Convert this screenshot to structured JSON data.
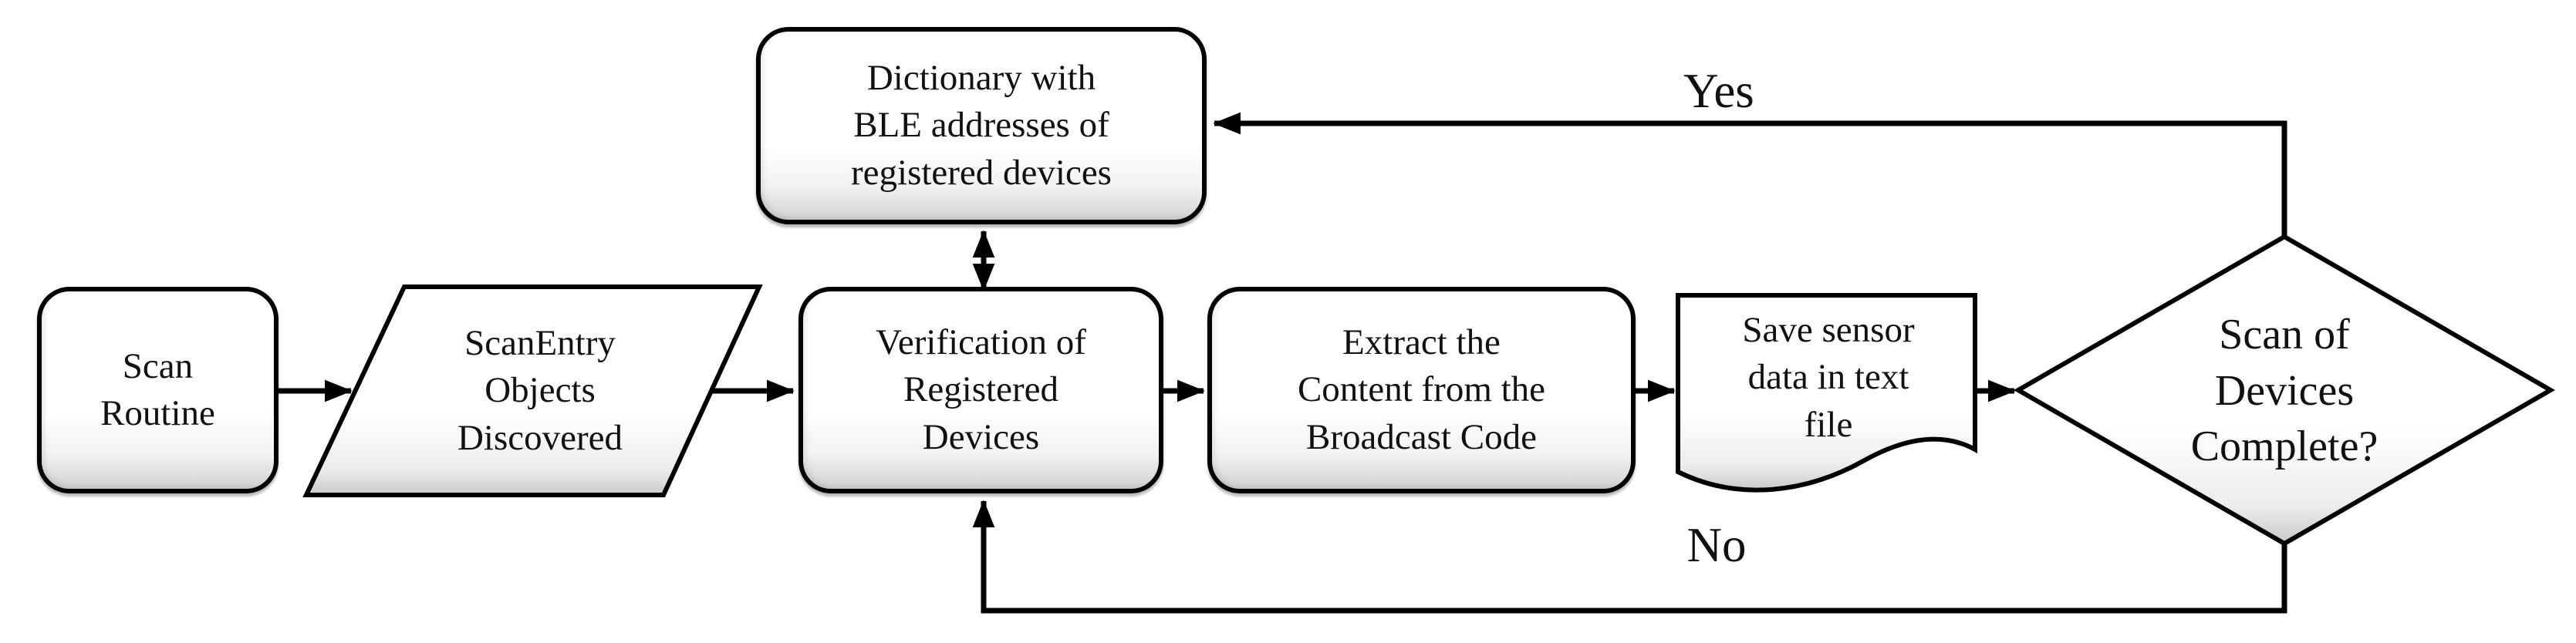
{
  "diagram": {
    "type": "flowchart",
    "background": "#ffffff",
    "stroke_color": "#000000",
    "text_color": "#111111",
    "shape_fill_top": "#ffffff",
    "shape_fill_bottom": "#c9c9c9",
    "nodes": {
      "scan": {
        "shape": "rounded-rect",
        "label": "Scan\nRoutine"
      },
      "scanentry": {
        "shape": "parallelogram",
        "label": "ScanEntry\nObjects\nDiscovered"
      },
      "dictionary": {
        "shape": "rounded-rect",
        "label": "Dictionary with\nBLE addresses of\nregistered devices"
      },
      "verification": {
        "shape": "rounded-rect",
        "label": "Verification of\nRegistered\nDevices"
      },
      "extract": {
        "shape": "rounded-rect",
        "label": "Extract the\nContent from the\nBroadcast Code"
      },
      "save": {
        "shape": "document",
        "label": "Save sensor\ndata in text\nfile"
      },
      "decision": {
        "shape": "diamond",
        "label": "Scan of\nDevices\nComplete?"
      }
    },
    "edges": {
      "yes_label": "Yes",
      "no_label": "No"
    }
  }
}
